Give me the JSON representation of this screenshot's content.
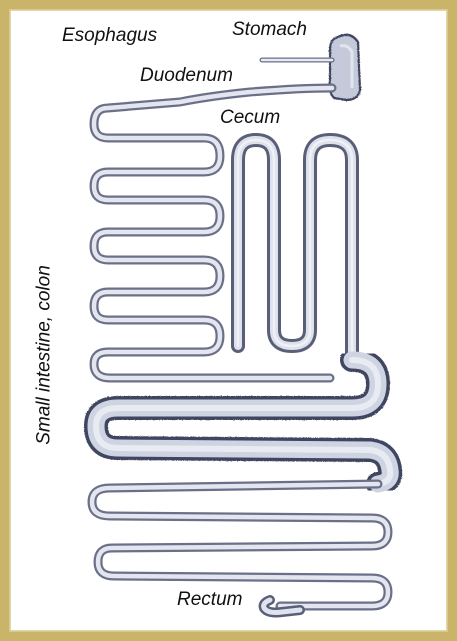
{
  "labels": {
    "esophagus": "Esophagus",
    "stomach": "Stomach",
    "duodenum": "Duodenum",
    "cecum": "Cecum",
    "small_intestine_colon": "Small intestine, colon",
    "rectum": "Rectum"
  },
  "colors": {
    "frame": "#c9b46a",
    "tissue_fill": "#dfe3ee",
    "tissue_outline": "#6b7088",
    "tissue_dark": "#3f4460"
  }
}
